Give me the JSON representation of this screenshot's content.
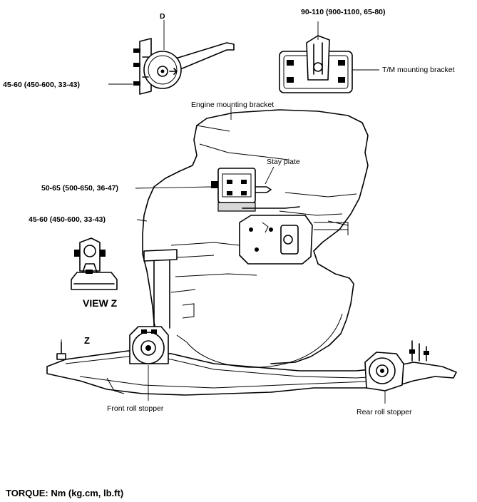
{
  "labels": {
    "detail_d": "D",
    "torque_tm_bracket": "90-110 (900-1100, 65-80)",
    "torque_d_detail": "45-60 (450-600, 33-43)",
    "tm_mounting_bracket": "T/M mounting bracket",
    "engine_mounting_bracket": "Engine mounting bracket",
    "stay_plate": "Stay plate",
    "torque_engine_bracket": "50-65 (500-650, 36-47)",
    "torque_front_stopper": "45-60 (450-600, 33-43)",
    "view_z": "VIEW Z",
    "z_marker": "Z",
    "front_roll_stopper": "Front roll stopper",
    "rear_roll_stopper": "Rear roll stopper",
    "torque_units": "TORQUE: Nm (kg.cm, lb.ft)"
  }
}
